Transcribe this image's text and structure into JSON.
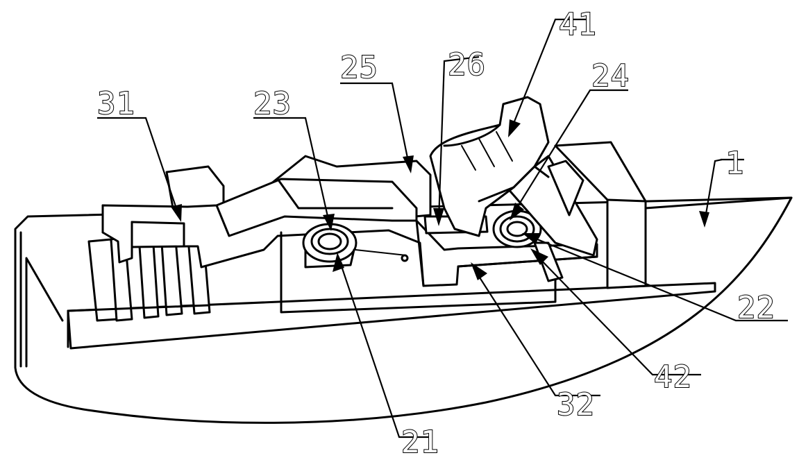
{
  "figure": {
    "labels": [
      {
        "key": "ref-1",
        "text": "1"
      },
      {
        "key": "ref-21",
        "text": "21"
      },
      {
        "key": "ref-22",
        "text": "22"
      },
      {
        "key": "ref-23",
        "text": "23"
      },
      {
        "key": "ref-24",
        "text": "24"
      },
      {
        "key": "ref-25",
        "text": "25"
      },
      {
        "key": "ref-26",
        "text": "26"
      },
      {
        "key": "ref-31",
        "text": "31"
      },
      {
        "key": "ref-32",
        "text": "32"
      },
      {
        "key": "ref-41",
        "text": "41"
      },
      {
        "key": "ref-42",
        "text": "42"
      }
    ]
  },
  "colors": {
    "line": "#000000",
    "background": "#ffffff"
  }
}
